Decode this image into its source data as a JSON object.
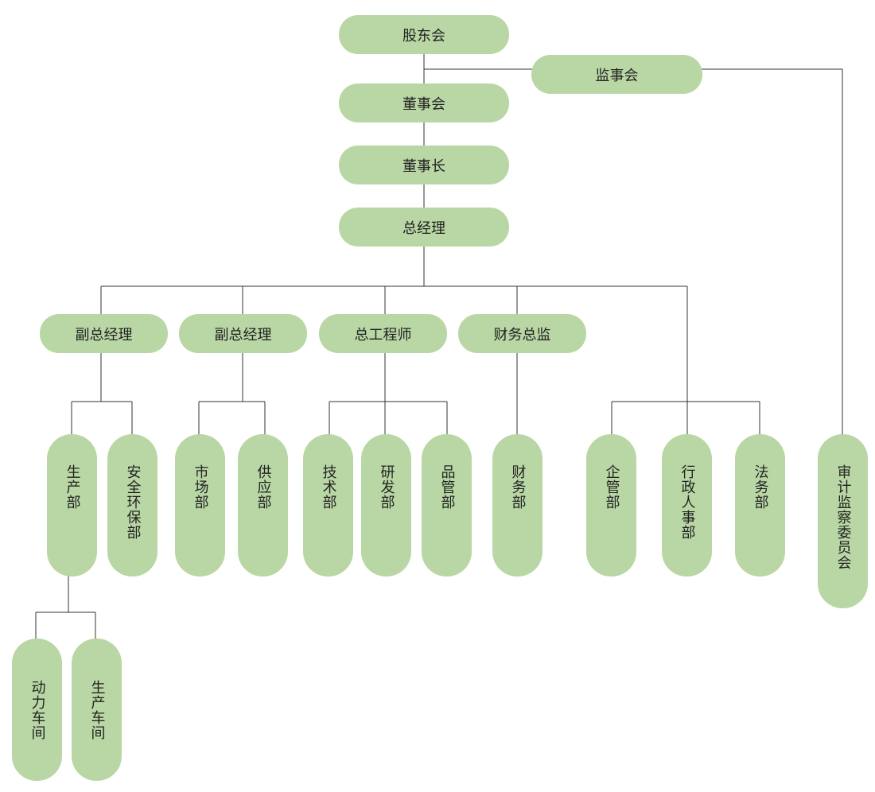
{
  "org": {
    "shareholders": "股东会",
    "supervisory_board": "监事会",
    "board": "董事会",
    "chairman": "董事长",
    "general_manager": "总经理",
    "deputy_gm_1": "副总经理",
    "deputy_gm_2": "副总经理",
    "chief_engineer": "总工程师",
    "cfo": "财务总监",
    "production_dept": "生产部",
    "safety_env_dept": "安全环保部",
    "marketing_dept": "市场部",
    "supply_dept": "供应部",
    "tech_dept": "技术部",
    "rd_dept": "研发部",
    "quality_dept": "品管部",
    "finance_dept": "财务部",
    "enterprise_mgmt_dept": "企管部",
    "admin_hr_dept": "行政人事部",
    "legal_dept": "法务部",
    "audit_committee": "审计监察委员会",
    "power_workshop": "动力车间",
    "production_workshop": "生产车间"
  }
}
